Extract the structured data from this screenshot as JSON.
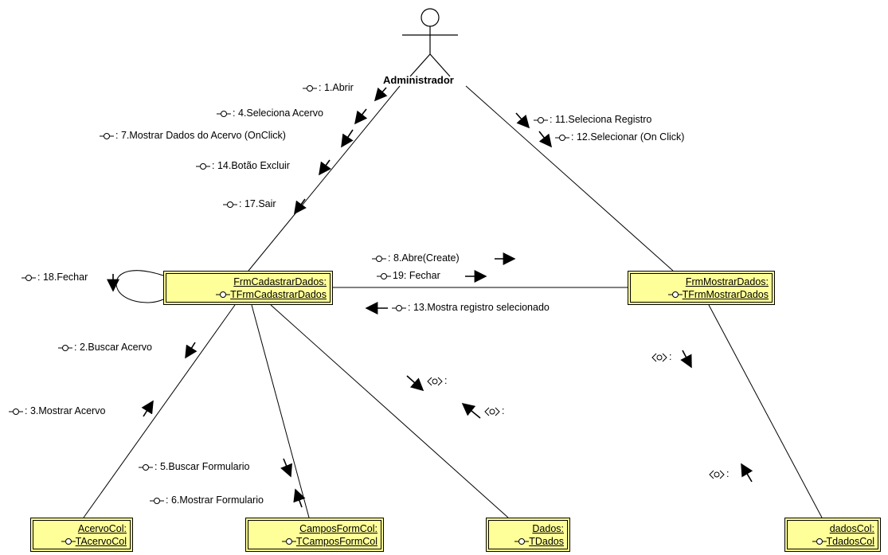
{
  "actor": {
    "name": "Administrador"
  },
  "objects": {
    "frm_cadastrar": {
      "name": "FrmCadastrarDados:",
      "type": "TFrmCadastrarDados"
    },
    "frm_mostrar": {
      "name": "FrmMostrarDados:",
      "type": "TFrmMostrarDados"
    },
    "acervo_col": {
      "name": "AcervoCol:",
      "type": "TAcervoCol"
    },
    "campos_form_col": {
      "name": "CamposFormCol:",
      "type": "TCamposFormCol"
    },
    "dados": {
      "name": "Dados:",
      "type": "TDados"
    },
    "dados_col": {
      "name": "dadosCol:",
      "type": "TdadosCol"
    }
  },
  "messages": {
    "m1": ": 1.Abrir",
    "m4": ": 4.Seleciona Acervo",
    "m7": ": 7.Mostrar Dados do Acervo (OnClick)",
    "m14": ": 14.Botão Excluir",
    "m17": ": 17.Sair",
    "m11": ": 11.Seleciona Registro",
    "m12": ": 12.Selecionar (On Click)",
    "m18": ": 18.Fechar",
    "m8": ": 8.Abre(Create)",
    "m19": "19: Fechar",
    "m13": ": 13.Mostra registro selecionado",
    "m2": ": 2.Buscar Acervo",
    "m3": ": 3.Mostrar Acervo",
    "m5": ": 5.Buscar Formulario",
    "m6": ": 6.Mostrar Formulario",
    "empty1": ":",
    "empty2": ":",
    "empty3": ":",
    "empty4": ":"
  }
}
